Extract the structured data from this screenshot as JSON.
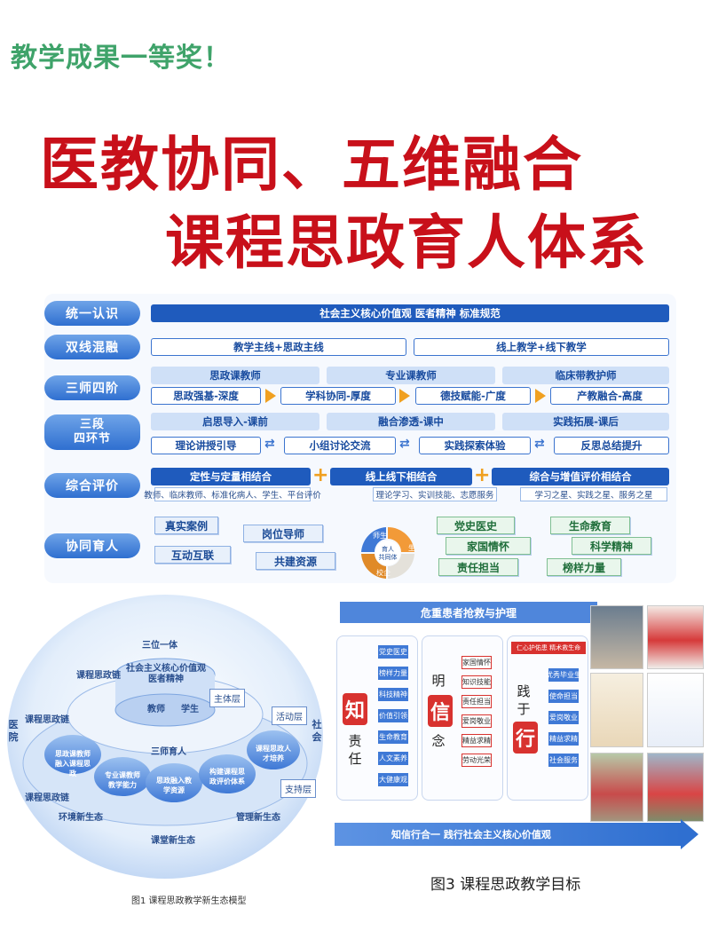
{
  "header": {
    "badge": "教学成果一等奖！",
    "title_line1": "医教协同、五维融合",
    "title_line2": "课程思政育人体系"
  },
  "diagram": {
    "rows": [
      "统一认识",
      "双线混融",
      "三师四阶",
      "三段\n四环节",
      "综合评价",
      "协同育人"
    ],
    "row1_bar": "社会主义核心价值观    医者精神    标准规范",
    "row2": [
      "教学主线+思政主线",
      "线上教学+线下教学"
    ],
    "row3_teachers": [
      "思政课教师",
      "专业课教师",
      "临床带教护师"
    ],
    "row3_stages": [
      "思政强基-深度",
      "学科协同-厚度",
      "德技赋能-广度",
      "产教融合-高度"
    ],
    "row4_phases": [
      "启思导入-课前",
      "融合渗透-课中",
      "实践拓展-课后"
    ],
    "row4_links": [
      "理论讲授引导",
      "小组讨论交流",
      "实践探索体验",
      "反思总结提升"
    ],
    "row5_heads": [
      "定性与定量相结合",
      "线上线下相结合",
      "综合与增值评价相结合"
    ],
    "row5_subs": [
      "教师、临床教师、标准化病人、学生、平台评价",
      "理论学习、实训技能、志愿服务",
      "学习之星、实践之星、服务之星"
    ],
    "row6_left": [
      "真实案例",
      "岗位导师",
      "互动互联",
      "共建资源"
    ],
    "row6_right": [
      "党史医史",
      "生命教育",
      "家国情怀",
      "科学精神",
      "责任担当",
      "榜样力量"
    ],
    "cycle": {
      "center": "育人\n共同体",
      "top": "师生",
      "right": "生",
      "bottom": "校企"
    }
  },
  "eco": {
    "core_title": "社会主义核心价值观\n医者精神",
    "core_sub": [
      "教师",
      "学生"
    ],
    "top_label": "三位一体",
    "mid_label": "三师育人",
    "layers": [
      "主体层",
      "活动层",
      "支持层"
    ],
    "chains": [
      "课程思政链",
      "课程思政链",
      "课程思政链"
    ],
    "nodes": [
      "思政课教师融入课程思政",
      "专业课教师教学能力",
      "思政融入教学资源",
      "构建课程思政评价体系",
      "课程思政人才培养"
    ],
    "bottom": [
      "环境新生态",
      "课堂新生态",
      "管理新生态"
    ],
    "sides": [
      "医院",
      "社会"
    ],
    "caption": "图1  课程思政教学新生态模型"
  },
  "goal": {
    "top_bar": "危重患者抢救与护理",
    "col1": {
      "big": "知",
      "text": "责任",
      "items": [
        "党史医史",
        "榜样力量",
        "科技精神",
        "价值引领",
        "生命教育",
        "人文素养",
        "大健康观"
      ]
    },
    "col2": {
      "big": "信",
      "top": "明",
      "bottom": "念",
      "items": [
        "家国情怀",
        "知识技能",
        "责任担当",
        "爱岗敬业",
        "精益求精",
        "劳动光荣"
      ]
    },
    "col3": {
      "big": "行",
      "text": "践于",
      "header": "仁心护佑患  精术救生命",
      "items": [
        "优秀毕业生",
        "使命担当",
        "爱岗敬业",
        "精益求精",
        "社会服务"
      ]
    },
    "arrow_text": "知信行合一    践行社会主义核心价值观",
    "caption": "图3  课程思政教学目标"
  },
  "colors": {
    "title_red": "#c8101a",
    "badge_green": "#3fa36a",
    "blue": "#1f5bbd",
    "orange": "#f0a020"
  }
}
